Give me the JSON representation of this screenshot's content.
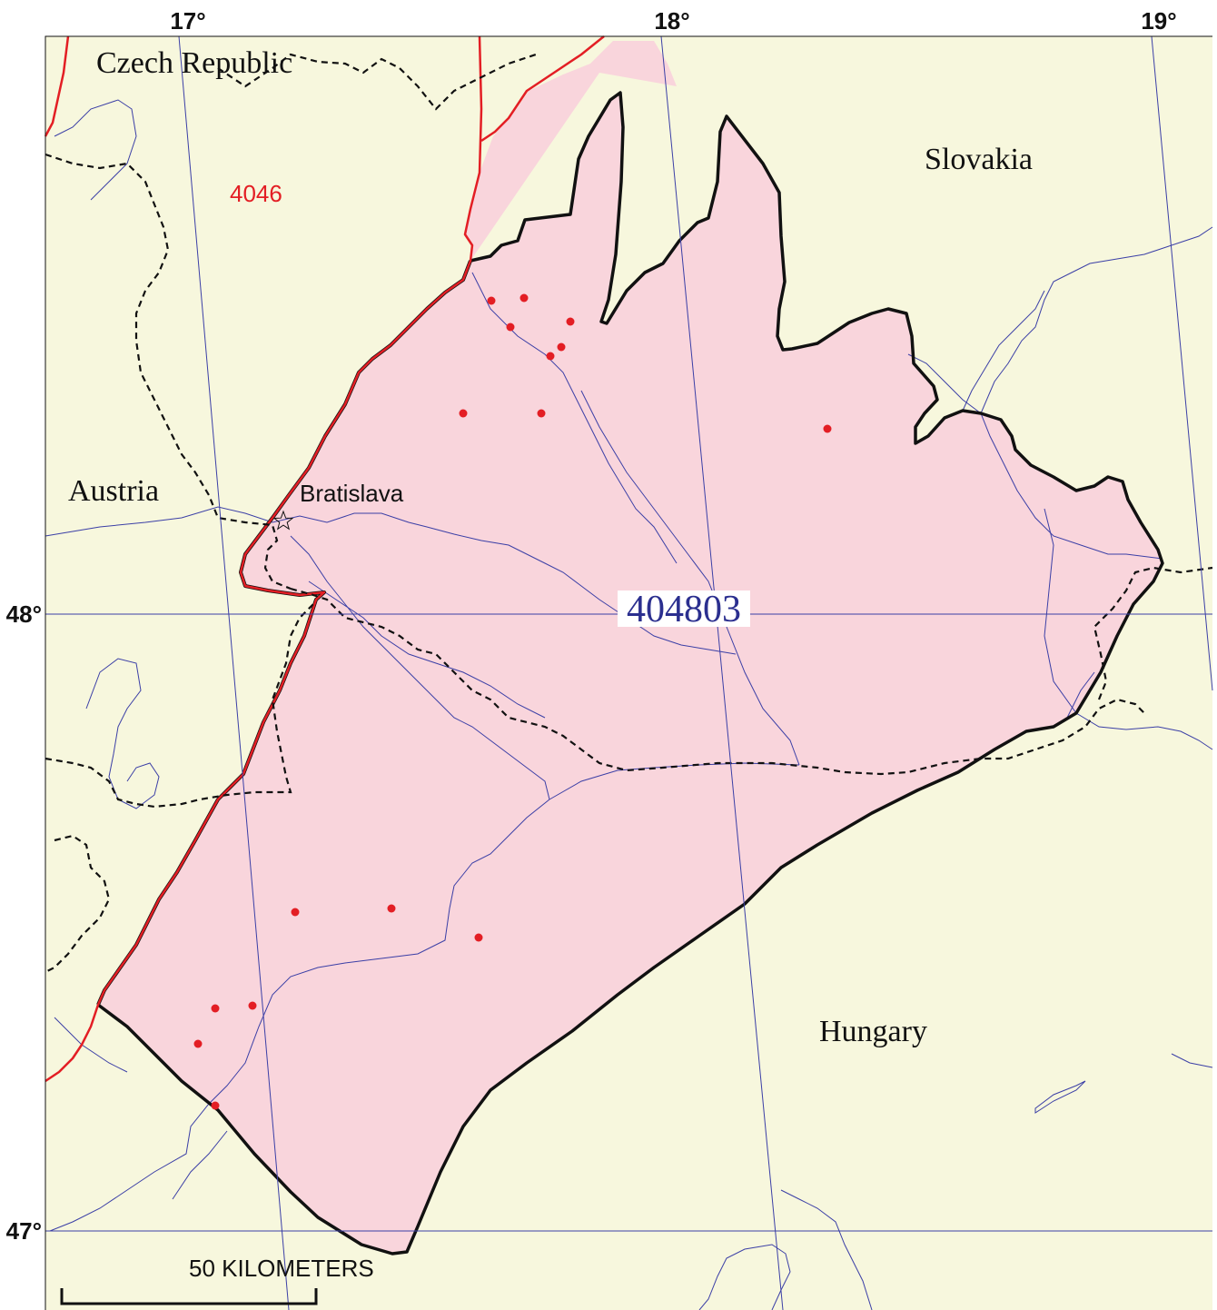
{
  "map": {
    "graticule": {
      "longitudes": [
        "17°",
        "18°",
        "19°"
      ],
      "latitudes": [
        "48°",
        "47°"
      ]
    },
    "countries": [
      "Czech Republic",
      "Slovakia",
      "Austria",
      "Hungary"
    ],
    "city": "Bratislava",
    "province_label": "404803",
    "neighbor_label": "4046",
    "scale_bar": "50 KILOMETERS",
    "colors": {
      "land": "#f7f7dd",
      "province_fill": "#f9d5dc",
      "province_border": "#111111",
      "region_border": "#e31e24",
      "rivers": "#3b3fa6",
      "graticule": "#3b3fa6",
      "points": "#e31e24",
      "province_label": "#2b2f8f",
      "neighbor_label": "#e31e24"
    }
  }
}
